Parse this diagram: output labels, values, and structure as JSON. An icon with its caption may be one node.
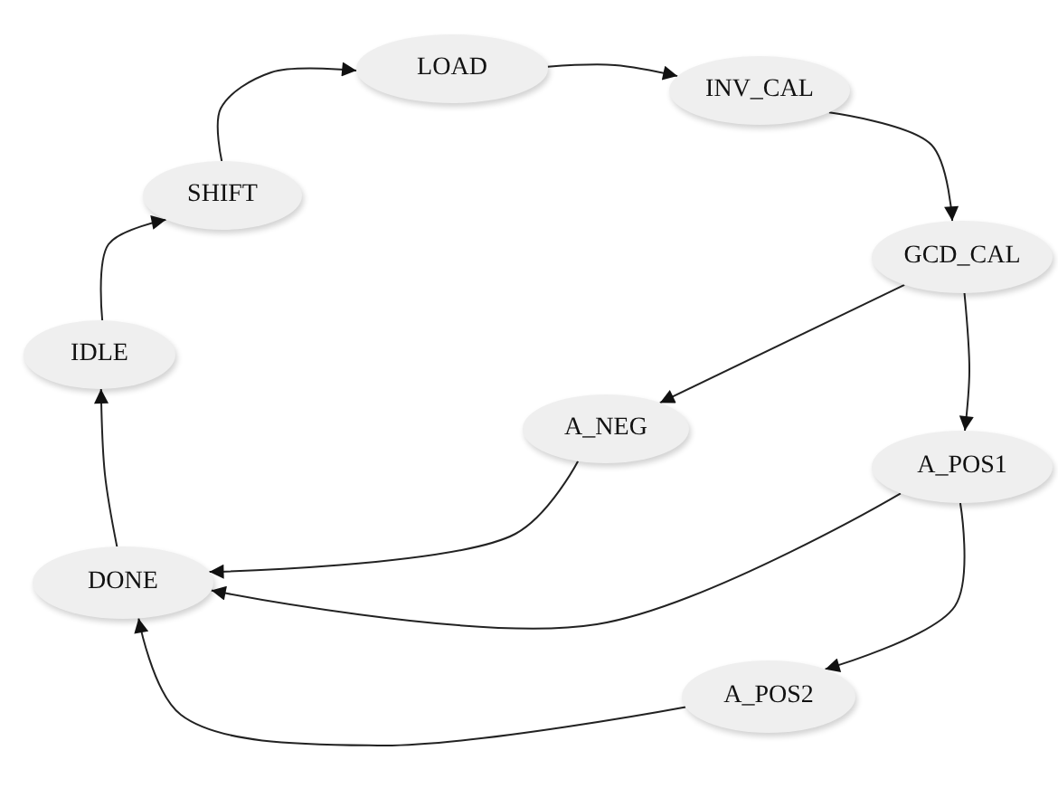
{
  "diagram": {
    "nodes": [
      {
        "text": [
          "LOAD"
        ]
      },
      {
        "text": [
          "INV_CAL"
        ]
      },
      {
        "text": [
          "SHIFT"
        ]
      },
      {
        "text": [
          "GCD_CAL"
        ]
      },
      {
        "text": [
          "IDLE"
        ]
      },
      {
        "text": [
          "A_NEG"
        ]
      },
      {
        "text": [
          "A_POS1"
        ]
      },
      {
        "text": [
          "DONE"
        ]
      },
      {
        "text": [
          "A_POS2"
        ]
      }
    ],
    "edges": [
      {
        "from": 2,
        "to": 0,
        "arrow": "to"
      },
      {
        "from": 0,
        "to": 1,
        "arrow": "to"
      },
      {
        "from": 1,
        "to": 3,
        "arrow": "to"
      },
      {
        "from": 3,
        "to": 5,
        "arrow": "to"
      },
      {
        "from": 3,
        "to": 6,
        "arrow": "to"
      },
      {
        "from": 5,
        "to": 7,
        "arrow": "to"
      },
      {
        "from": 6,
        "to": 7,
        "arrow": "to"
      },
      {
        "from": 6,
        "to": 8,
        "arrow": "to"
      },
      {
        "from": 8,
        "to": 7,
        "arrow": "to"
      },
      {
        "from": 7,
        "to": 4,
        "arrow": "to"
      },
      {
        "from": 4,
        "to": 2,
        "arrow": "to"
      }
    ]
  }
}
